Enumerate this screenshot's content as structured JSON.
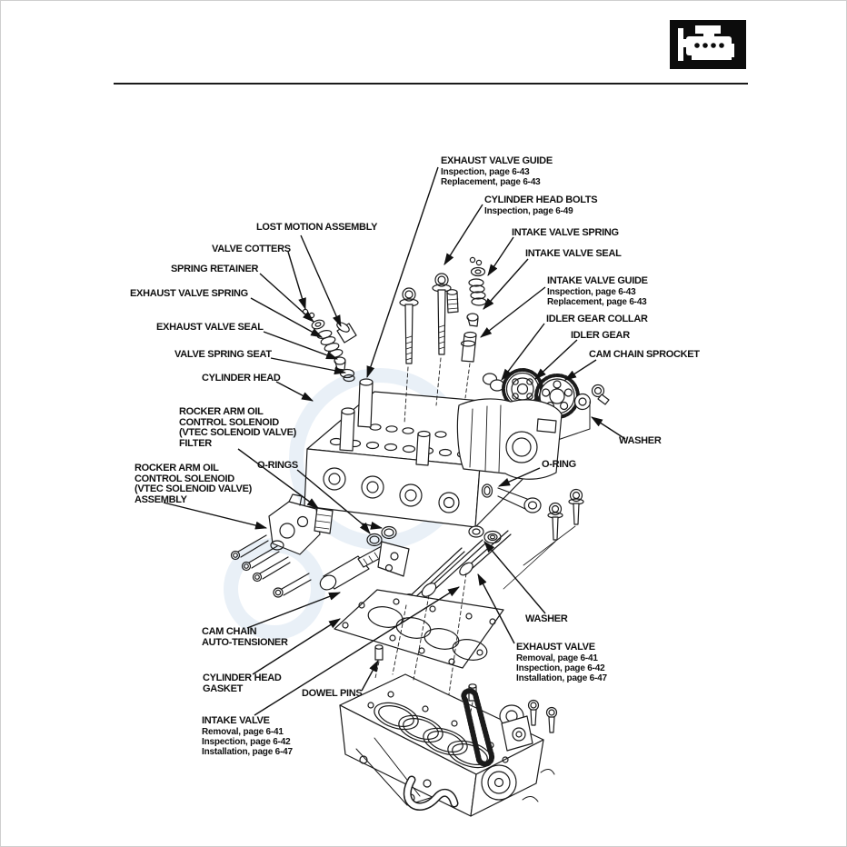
{
  "header": {
    "icon": "engine-section-icon"
  },
  "callouts": {
    "exhaust_valve_guide": {
      "title_lines": [
        "EXHAUST VALVE GUIDE"
      ],
      "sub_lines": [
        "Inspection, page 6-43",
        "Replacement, page 6-43"
      ]
    },
    "cylinder_head_bolts": {
      "title_lines": [
        "CYLINDER HEAD BOLTS"
      ],
      "sub_lines": [
        "Inspection, page 6-49"
      ]
    },
    "intake_valve_spring": {
      "title_lines": [
        "INTAKE VALVE SPRING"
      ]
    },
    "intake_valve_seal": {
      "title_lines": [
        "INTAKE VALVE SEAL"
      ]
    },
    "intake_valve_guide": {
      "title_lines": [
        "INTAKE VALVE GUIDE"
      ],
      "sub_lines": [
        "Inspection, page 6-43",
        "Replacement, page 6-43"
      ]
    },
    "idler_gear_collar": {
      "title_lines": [
        "IDLER GEAR COLLAR"
      ]
    },
    "idler_gear": {
      "title_lines": [
        "IDLER GEAR"
      ]
    },
    "cam_chain_sprocket": {
      "title_lines": [
        "CAM CHAIN SPROCKET"
      ]
    },
    "washer_top": {
      "title_lines": [
        "WASHER"
      ]
    },
    "o_ring": {
      "title_lines": [
        "O-RING"
      ]
    },
    "lost_motion_assembly": {
      "title_lines": [
        "LOST MOTION ASSEMBLY"
      ]
    },
    "valve_cotters": {
      "title_lines": [
        "VALVE COTTERS"
      ]
    },
    "spring_retainer": {
      "title_lines": [
        "SPRING RETAINER"
      ]
    },
    "exhaust_valve_spring": {
      "title_lines": [
        "EXHAUST VALVE SPRING"
      ]
    },
    "exhaust_valve_seal": {
      "title_lines": [
        "EXHAUST VALVE SEAL"
      ]
    },
    "valve_spring_seat": {
      "title_lines": [
        "VALVE SPRING SEAT"
      ]
    },
    "cylinder_head": {
      "title_lines": [
        "CYLINDER HEAD"
      ]
    },
    "vtec_filter": {
      "title_lines": [
        "ROCKER ARM OIL",
        "CONTROL SOLENOID",
        "(VTEC SOLENOID VALVE)",
        "FILTER"
      ]
    },
    "o_rings": {
      "title_lines": [
        "O-RINGS"
      ]
    },
    "vtec_assembly": {
      "title_lines": [
        "ROCKER ARM OIL",
        "CONTROL SOLENOID",
        "(VTEC SOLENOID VALVE)",
        "ASSEMBLY"
      ]
    },
    "cam_chain_auto_tensioner": {
      "title_lines": [
        "CAM CHAIN",
        "AUTO-TENSIONER"
      ]
    },
    "cylinder_head_gasket": {
      "title_lines": [
        "CYLINDER HEAD",
        "GASKET"
      ]
    },
    "dowel_pins": {
      "title_lines": [
        "DOWEL PINS"
      ]
    },
    "intake_valve": {
      "title_lines": [
        "INTAKE VALVE"
      ],
      "sub_lines": [
        "Removal, page 6-41",
        "Inspection, page 6-42",
        "Installation, page 6-47"
      ]
    },
    "washer_bottom": {
      "title_lines": [
        "WASHER"
      ]
    },
    "exhaust_valve": {
      "title_lines": [
        "EXHAUST VALVE"
      ],
      "sub_lines": [
        "Removal, page 6-41",
        "Inspection, page 6-42",
        "Installation, page 6-47"
      ]
    }
  },
  "colors": {
    "ink": "#1b1b1b",
    "watermark": "rgba(120,160,205,0.16)"
  }
}
